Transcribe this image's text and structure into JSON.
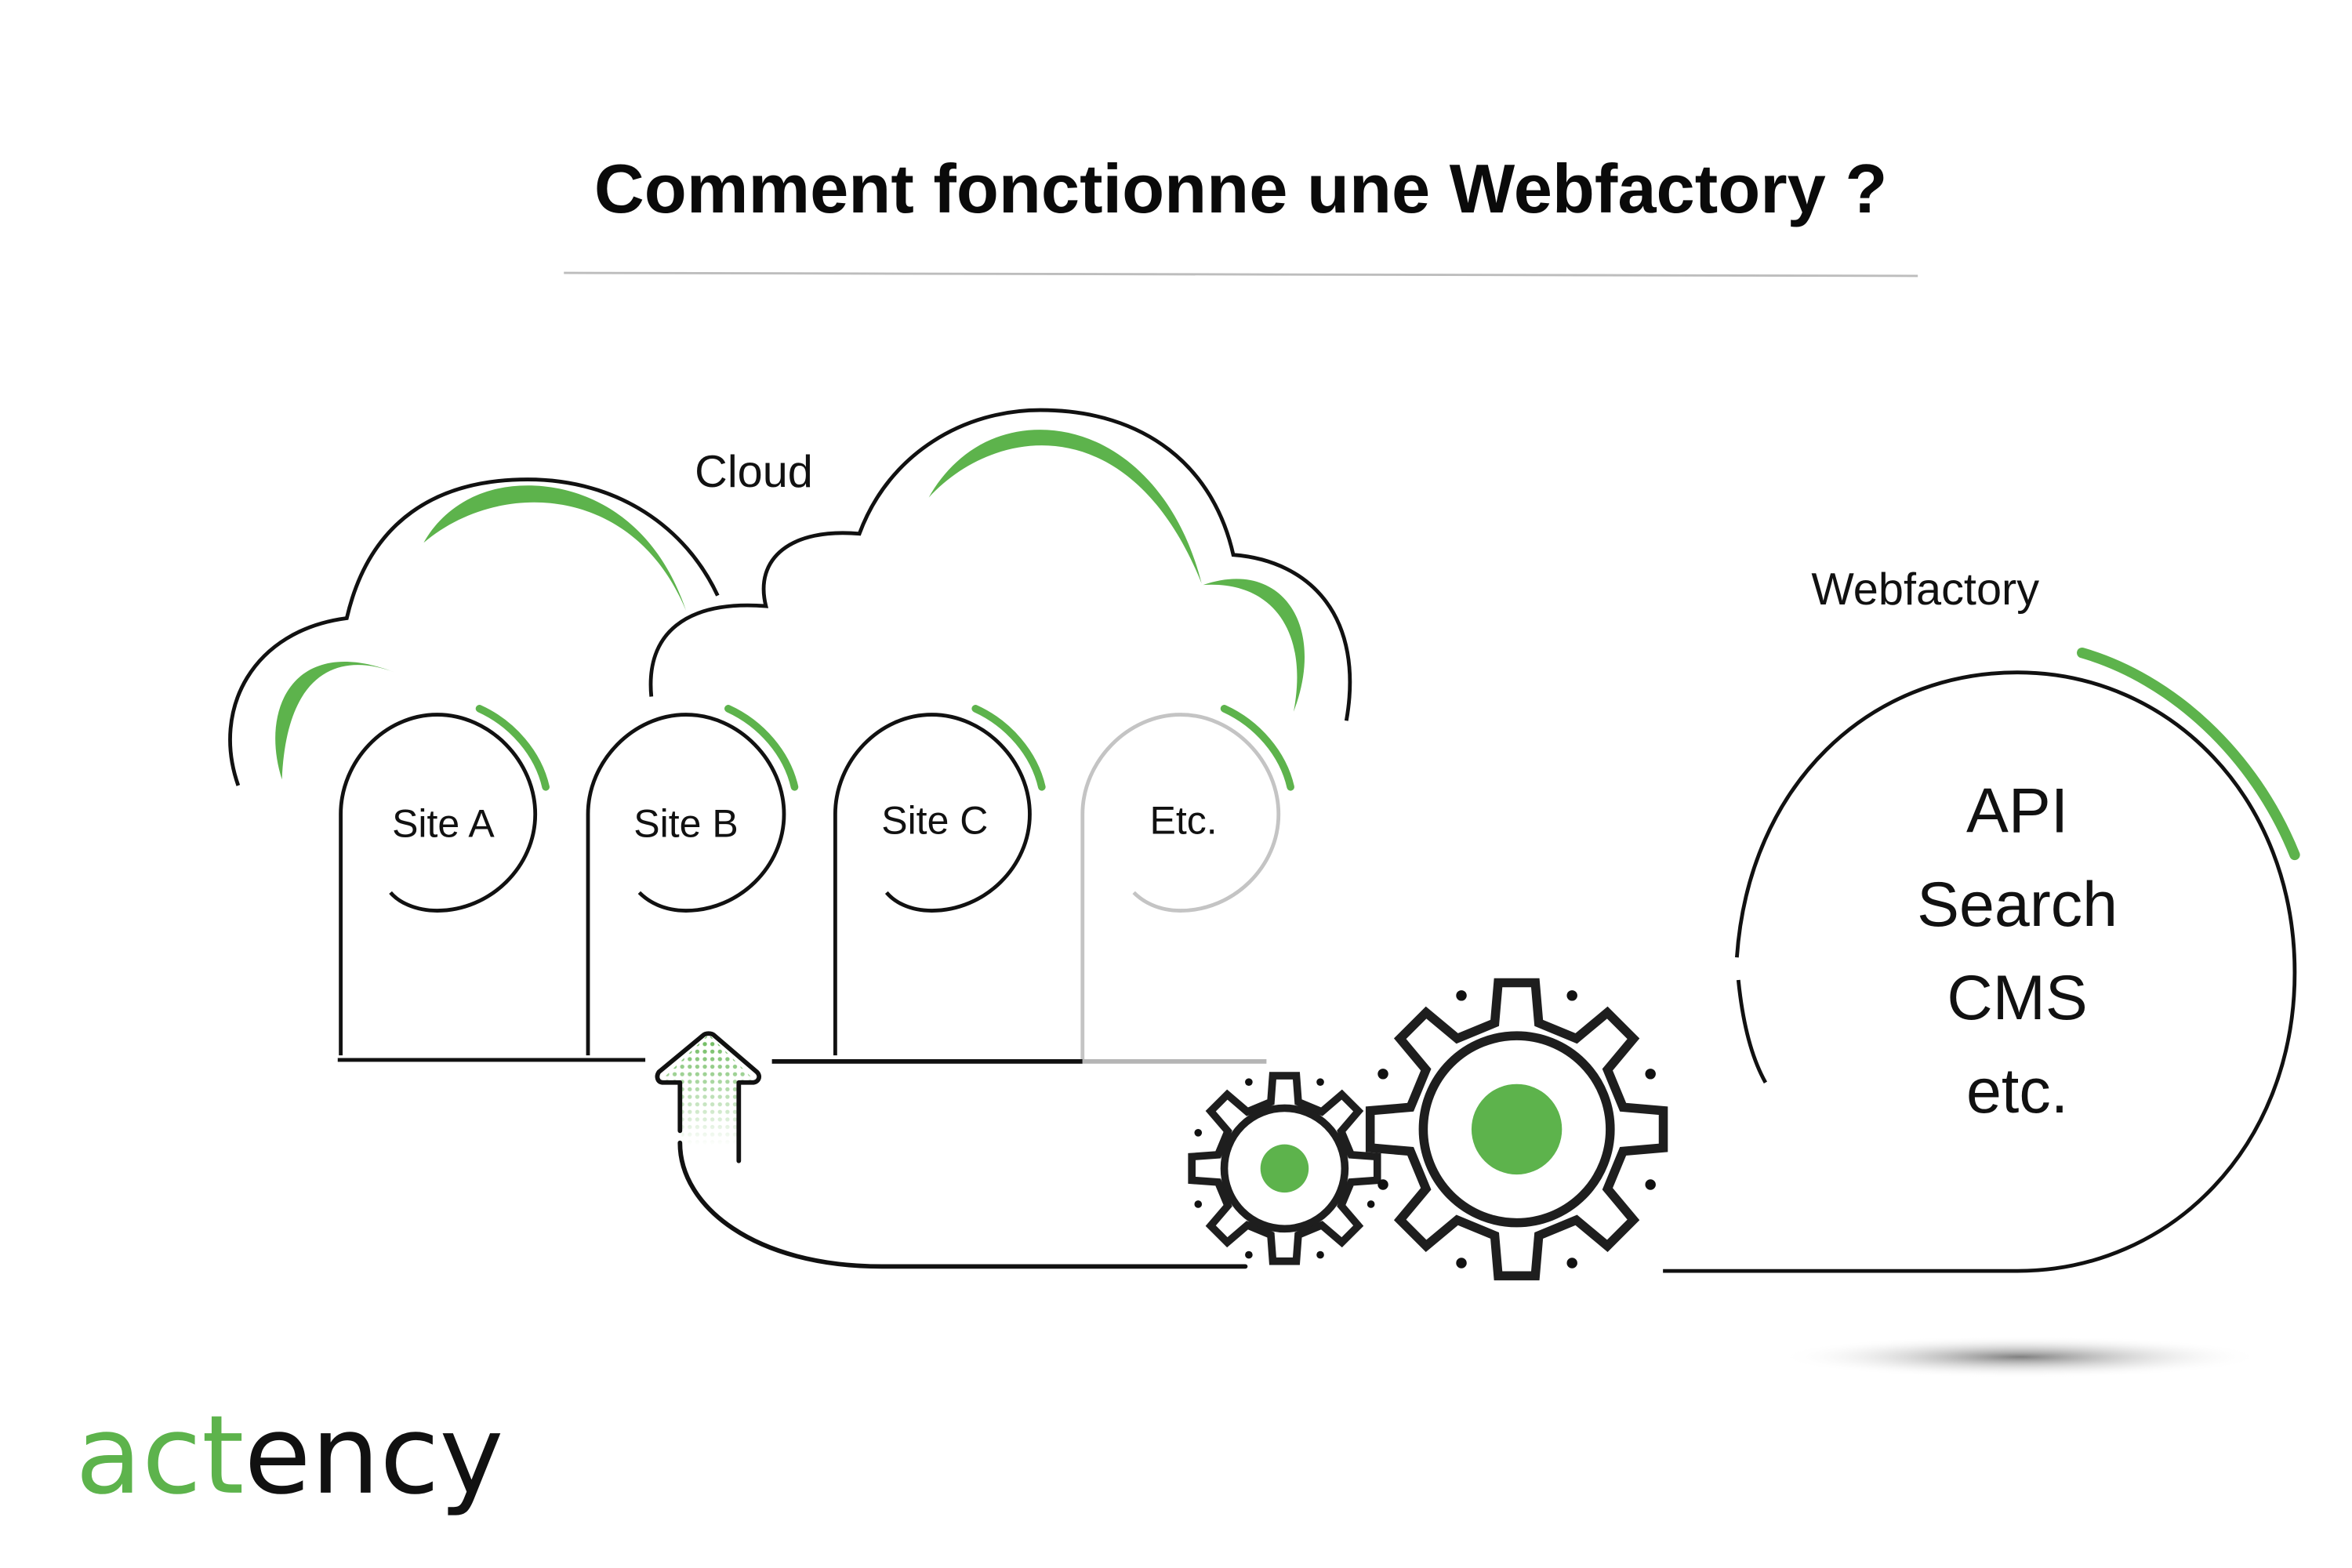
{
  "title": "Comment fonctionne une Webfactory ?",
  "cloud": {
    "label": "Cloud",
    "sites": [
      {
        "label": "Site A",
        "style": "active"
      },
      {
        "label": "Site B",
        "style": "active"
      },
      {
        "label": "Site C",
        "style": "active"
      },
      {
        "label": "Etc.",
        "style": "muted"
      }
    ]
  },
  "webfactory": {
    "label": "Webfactory",
    "items": [
      "API",
      "Search",
      "CMS",
      "etc."
    ]
  },
  "icons": [
    "arrow-up-icon",
    "gear-small-icon",
    "gear-large-icon"
  ],
  "logo": {
    "part_green": "act",
    "part_black": "ency"
  },
  "colors": {
    "accent": "#5db34c",
    "ink": "#111111",
    "muted": "#c4c4c4"
  }
}
